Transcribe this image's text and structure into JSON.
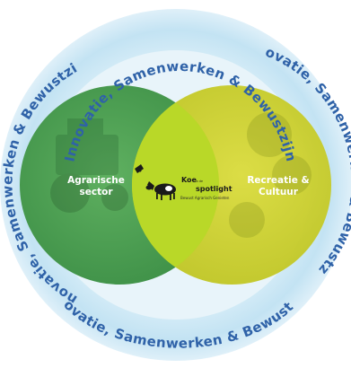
{
  "ring": {
    "text": "Innovatie, Samenwerken & Bewustzijn"
  },
  "circles": {
    "left": {
      "line1": "Agrarische",
      "line2": "sector",
      "color": "#47a050"
    },
    "right": {
      "line1": "Recreatie &",
      "line2": "Cultuur",
      "color": "#cfd32a"
    },
    "overlap_color": "#b9d828"
  },
  "logo": {
    "line1": "Koe",
    "line1_small": "in de",
    "line2": "spotlight",
    "tagline": "Bewust Agrarisch Genieten"
  },
  "colors": {
    "ring_text": "#2f62a8",
    "ring_fill": "#bfe0f1"
  }
}
